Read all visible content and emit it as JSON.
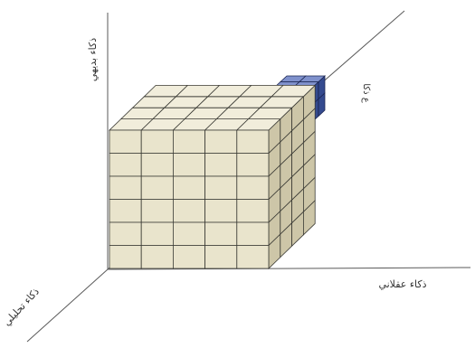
{
  "diagram": {
    "axes": {
      "vertical_label": "ذكاء بديهي",
      "horizontal_label": "ذكاء عقلاني",
      "diagonal_label": "ذكاء تحليلي",
      "depth_small_label": "ع ذكا"
    },
    "main_cube": {
      "rows": 6,
      "columns": 5,
      "depth": 4,
      "face_color": "#e9e4cc",
      "side_color": "#cdc6a8",
      "top_color": "#f1eddb",
      "edge_color": "#3a3a34"
    },
    "small_cube": {
      "rows": 2,
      "columns": 2,
      "depth": 2,
      "face_color": "#5368b0",
      "side_color": "#344a8f",
      "top_color": "#7f91cc",
      "edge_color": "#1a2450"
    }
  }
}
